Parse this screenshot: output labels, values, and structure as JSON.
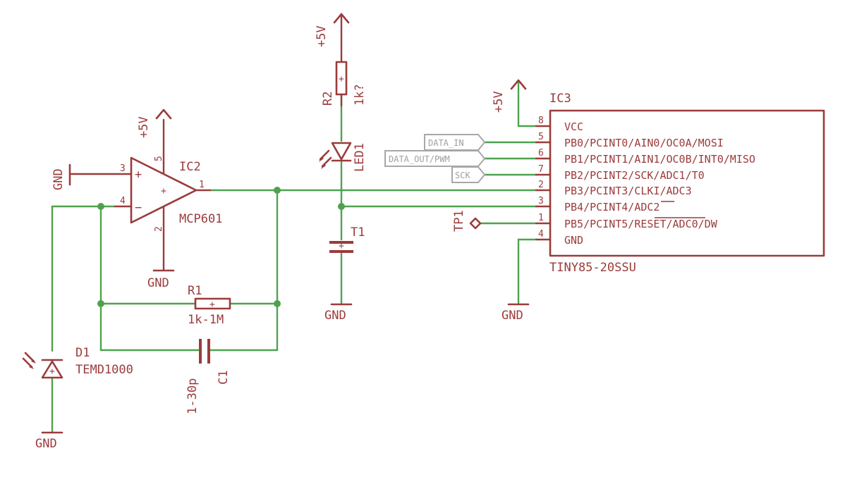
{
  "parts": {
    "ic2": {
      "ref": "IC2",
      "value": "MCP601",
      "pin_in_plus": "3",
      "pin_in_minus": "4",
      "pin_out": "1",
      "pin_vcc": "5",
      "pin_gnd": "2",
      "sign_plus": "+",
      "sign_minus": "−"
    },
    "ic3": {
      "ref": "IC3",
      "value": "TINY85-20SSU",
      "pins": [
        {
          "num": "8",
          "name": "VCC"
        },
        {
          "num": "5",
          "name": "PB0/PCINT0/AIN0/OC0A/MOSI"
        },
        {
          "num": "6",
          "name": "PB1/PCINT1/AIN1/OC0B/INT0/MISO"
        },
        {
          "num": "7",
          "name": "PB2/PCINT2/SCK/ADC1/T0"
        },
        {
          "num": "2",
          "name": "PB3/PCINT3/CLKI/ADC3"
        },
        {
          "num": "3",
          "name": "PB4/PCINT4/ADC2"
        },
        {
          "num": "1",
          "name": "PB5/PCINT5/RESET/ADC0/DW"
        },
        {
          "num": "4",
          "name": "GND"
        }
      ]
    },
    "r1": {
      "ref": "R1",
      "value": "1k-1M"
    },
    "r2": {
      "ref": "R2",
      "value": "1k?"
    },
    "c1": {
      "ref": "C1",
      "value": "1-30p"
    },
    "d1": {
      "ref": "D1",
      "value": "TEMD1000"
    },
    "led1": {
      "ref": "LED1"
    },
    "t1": {
      "ref": "T1"
    },
    "tp1": {
      "ref": "TP1"
    }
  },
  "supplies": {
    "vcc": "+5V",
    "gnd": "GND"
  },
  "net_labels": [
    "DATA_IN",
    "DATA_OUT/PWM",
    "SCK"
  ],
  "colors": {
    "component": "#9b3b3b",
    "wire": "#4ea24e",
    "net_label": "#a0a0a0",
    "background": "#ffffff"
  }
}
